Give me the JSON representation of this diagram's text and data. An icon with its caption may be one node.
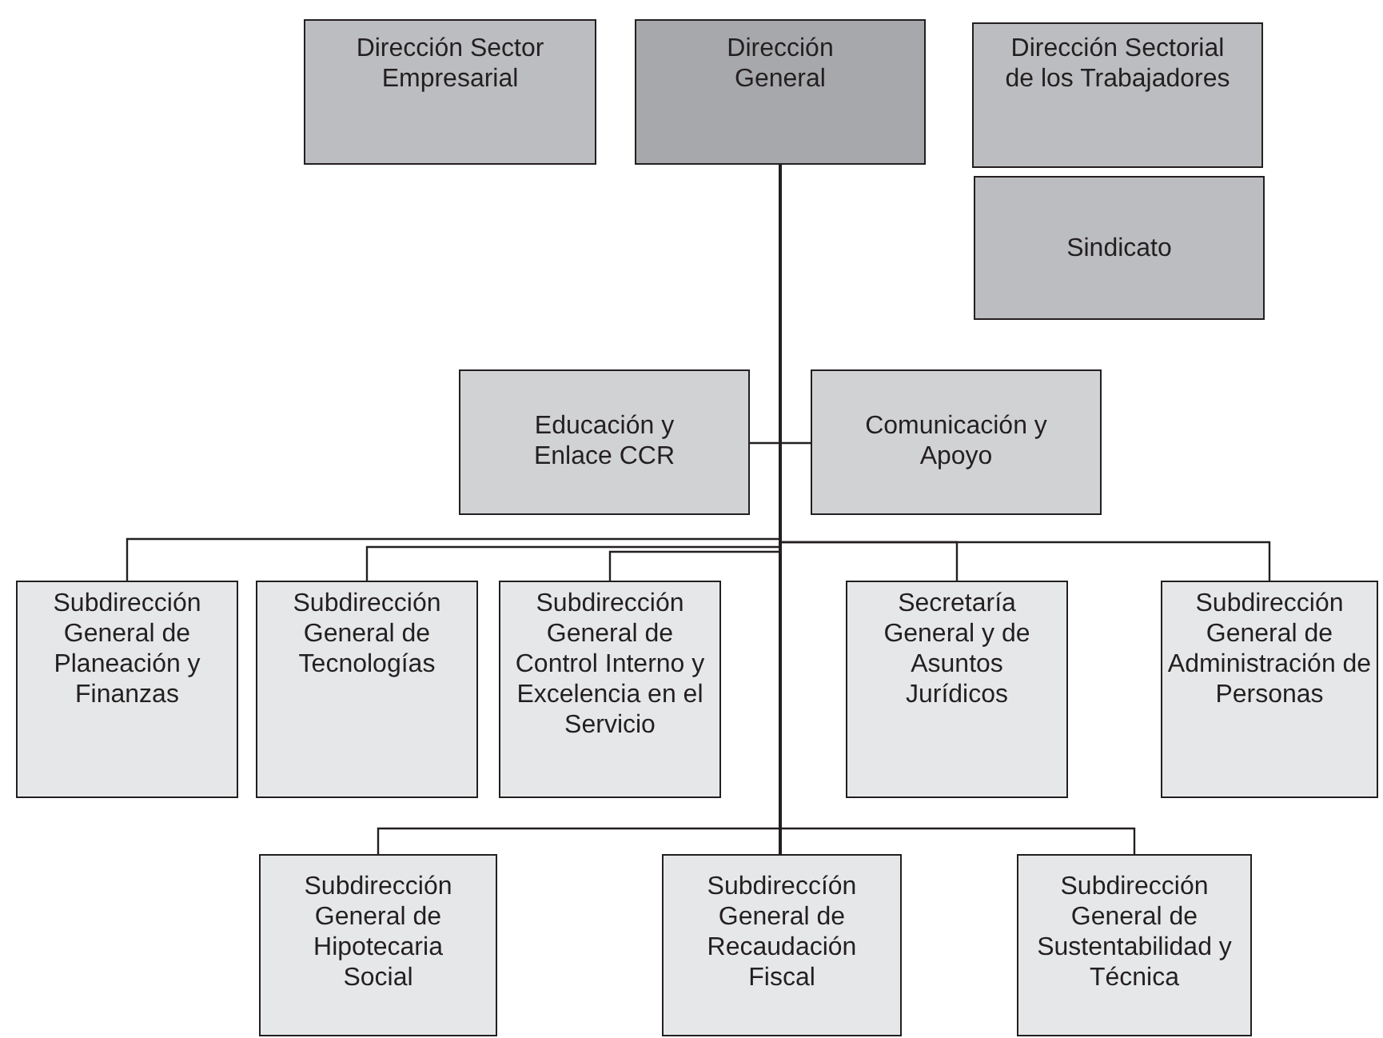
{
  "diagram": {
    "nodes": [
      {
        "text": [
          "Dirección Sector Empresarial"
        ]
      },
      {
        "text": [
          "Dirección General"
        ]
      },
      {
        "text": [
          "Dirección Sectorial de los Trabajadores"
        ]
      },
      {
        "text": [
          "Sindicato"
        ]
      },
      {
        "text": [
          "Educación y Enlace CCR"
        ]
      },
      {
        "text": [
          "Comunicación y Apoyo"
        ]
      },
      {
        "text": [
          "Subdirección General de Planeación y Finanzas"
        ]
      },
      {
        "text": [
          "Subdirección General de Tecnologías"
        ]
      },
      {
        "text": [
          "Subdirección General de Control Interno y Excelencia en el Servicio"
        ]
      },
      {
        "text": [
          "Secretaría General y de Asuntos Jurídicos"
        ]
      },
      {
        "text": [
          "Subdirección General de Administración de Personas"
        ]
      },
      {
        "text": [
          "Subdirección General de Hipotecaria Social"
        ]
      },
      {
        "text": [
          "Subdireccíón General de Recaudación Fiscal"
        ]
      },
      {
        "text": [
          "Subdirección General de Sustentabilidad y Técnica"
        ]
      }
    ],
    "edges": [
      {
        "from": 1,
        "to": 4,
        "arrow": "none"
      },
      {
        "from": 1,
        "to": 5,
        "arrow": "none"
      },
      {
        "from": 1,
        "to": 6,
        "arrow": "none"
      },
      {
        "from": 1,
        "to": 7,
        "arrow": "none"
      },
      {
        "from": 1,
        "to": 8,
        "arrow": "none"
      },
      {
        "from": 1,
        "to": 9,
        "arrow": "none"
      },
      {
        "from": 1,
        "to": 10,
        "arrow": "none"
      },
      {
        "from": 1,
        "to": 11,
        "arrow": "none"
      },
      {
        "from": 1,
        "to": 12,
        "arrow": "none"
      },
      {
        "from": 1,
        "to": 13,
        "arrow": "none"
      }
    ]
  }
}
